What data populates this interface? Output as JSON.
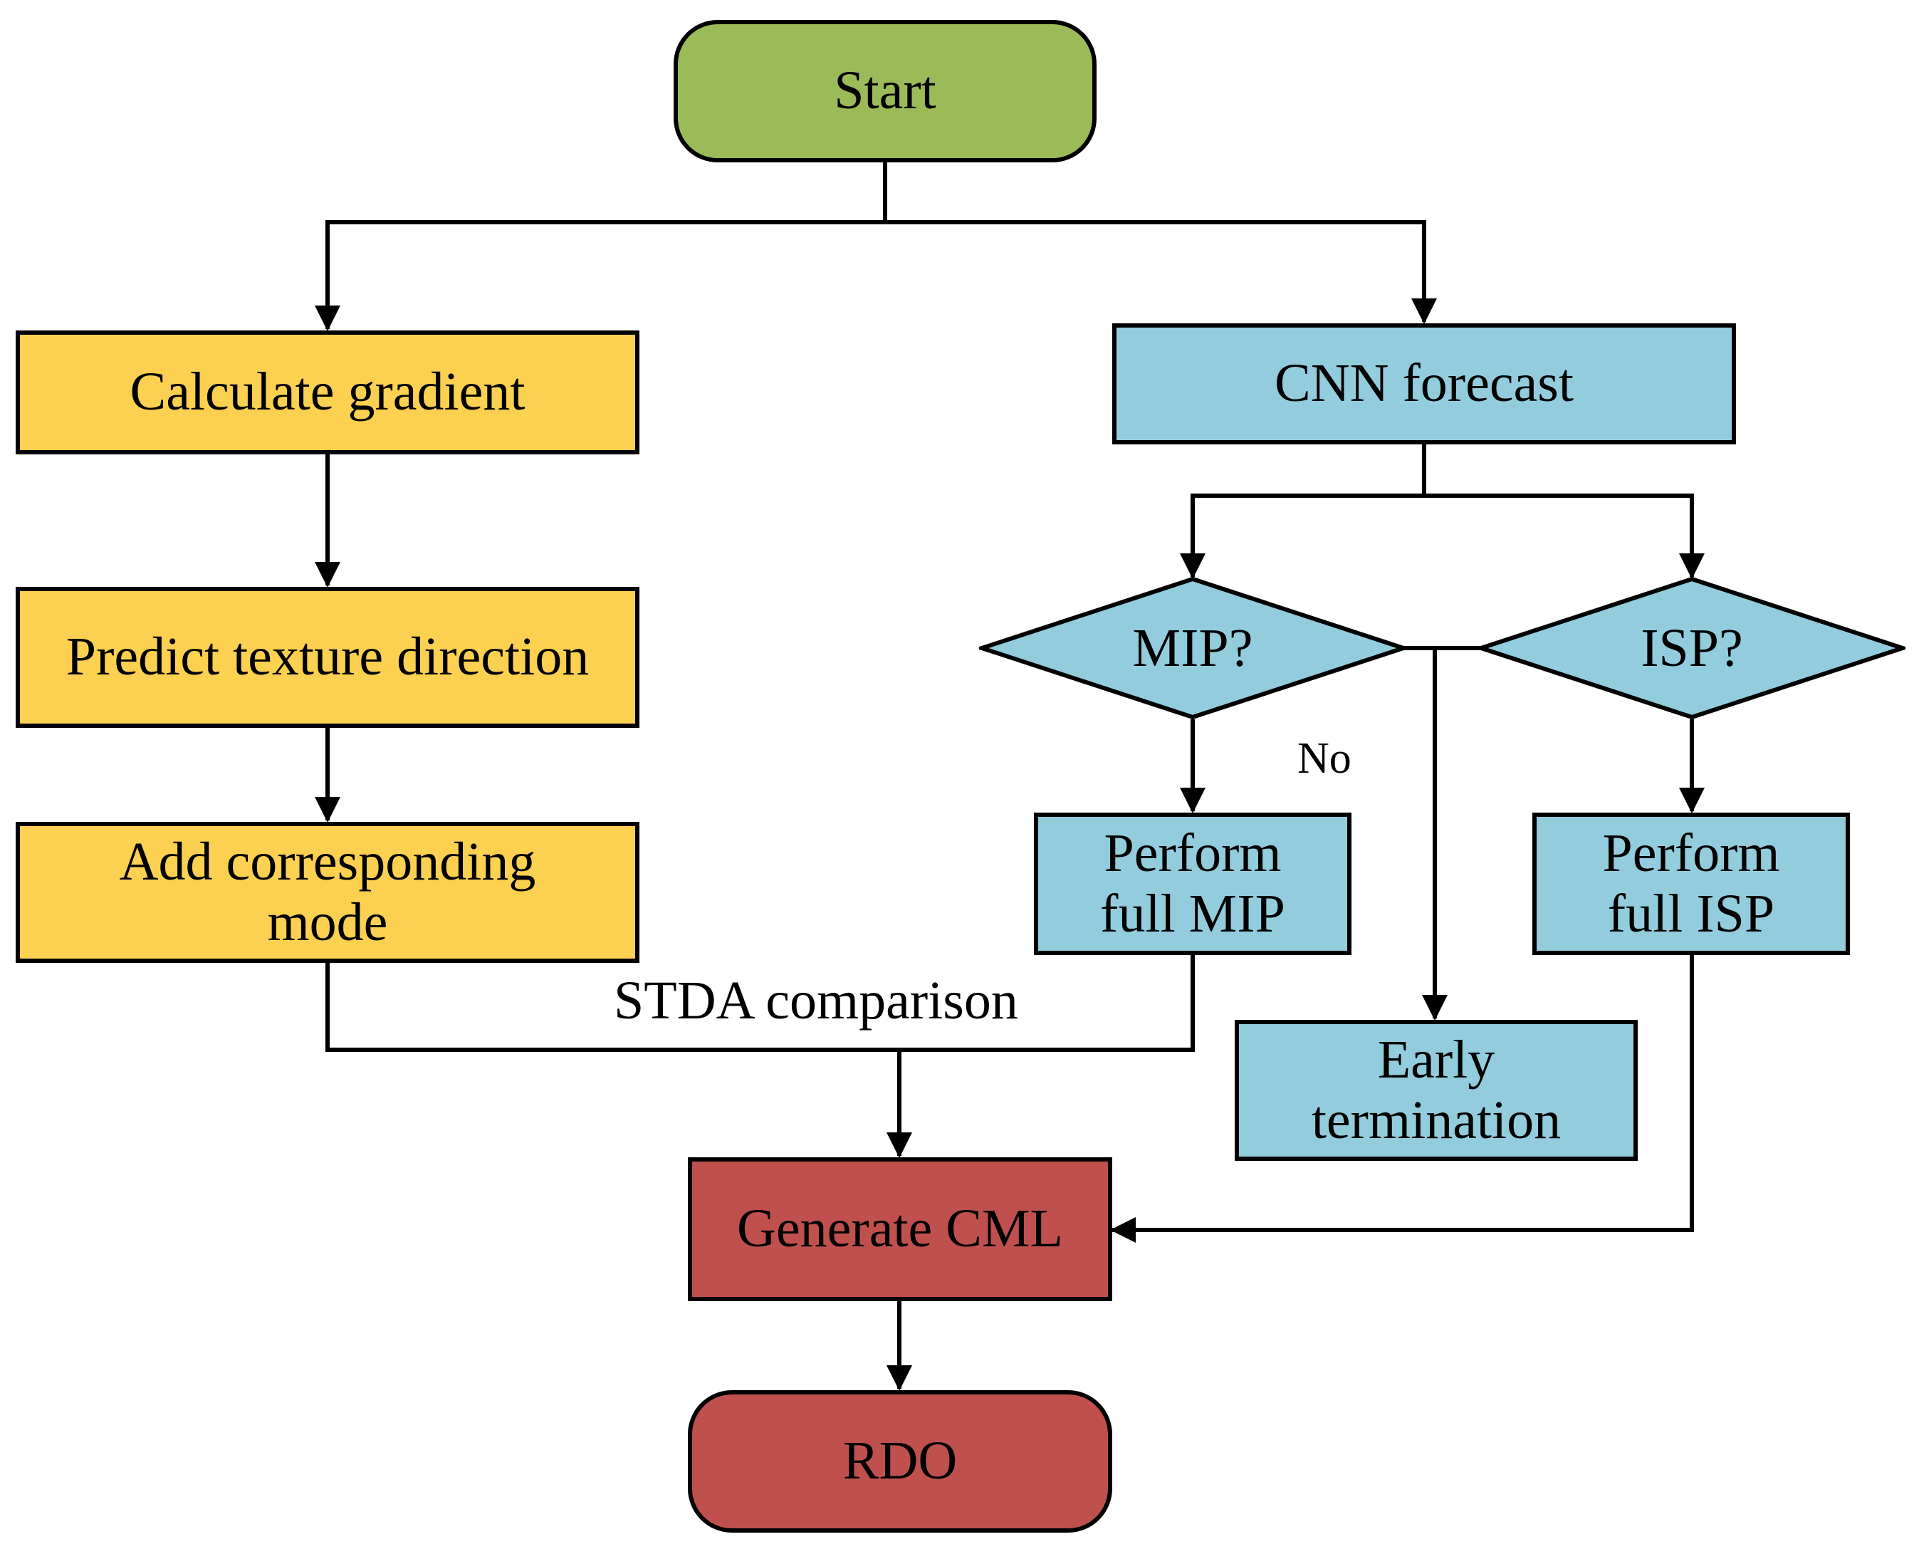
{
  "nodes": {
    "start": "Start",
    "calc_gradient": "Calculate gradient",
    "predict_texture": "Predict texture direction",
    "add_mode": [
      "Add corresponding",
      "mode"
    ],
    "cnn_forecast": "CNN forecast",
    "mip_decision": "MIP?",
    "isp_decision": "ISP?",
    "perform_mip": [
      "Perform",
      "full MIP"
    ],
    "perform_isp": [
      "Perform",
      "full ISP"
    ],
    "early_termination": [
      "Early",
      "termination"
    ],
    "generate_cml": "Generate CML",
    "rdo": "RDO"
  },
  "edge_labels": {
    "no": "No",
    "stda": "STDA comparison"
  },
  "colors": {
    "start": "#9bbb59",
    "left_branch": "#fcd050",
    "right_branch": "#93cddd",
    "output": "#c0504d",
    "line": "#000000"
  }
}
